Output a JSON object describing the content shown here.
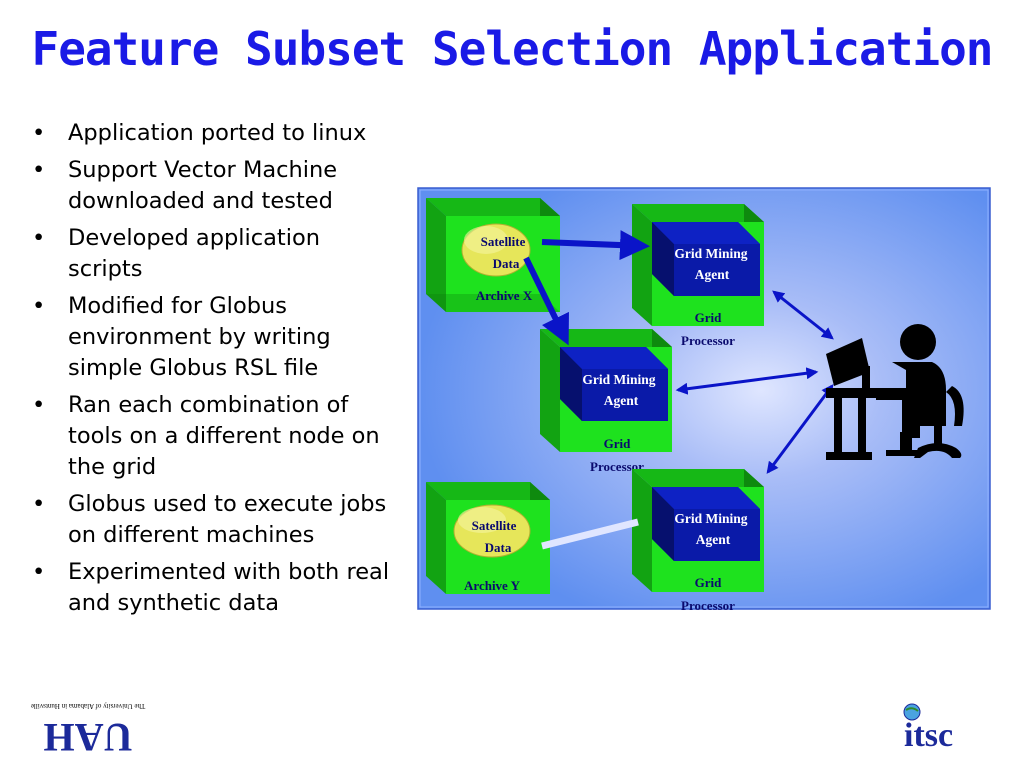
{
  "slide": {
    "title": "Feature Subset Selection Application"
  },
  "bullets": [
    "Application ported to linux",
    "Support Vector Machine downloaded and tested",
    "Developed application scripts",
    "Modified for Globus environment by writing simple Globus RSL file",
    "Ran each combination of tools on a different node on the grid",
    "Globus used to execute jobs on different machines",
    "Experimented with both real and synthetic data"
  ],
  "diagram": {
    "archive_x": {
      "data_label_1": "Satellite",
      "data_label_2": "Data",
      "label": "Archive X"
    },
    "archive_y": {
      "data_label_1": "Satellite",
      "data_label_2": "Data",
      "label": "Archive Y"
    },
    "processors": [
      {
        "agent_line_1": "Grid Mining",
        "agent_line_2": "Agent",
        "label_1": "Grid",
        "label_2": "Processor"
      },
      {
        "agent_line_1": "Grid Mining",
        "agent_line_2": "Agent",
        "label_1": "Grid",
        "label_2": "Processor"
      },
      {
        "agent_line_1": "Grid Mining",
        "agent_line_2": "Agent",
        "label_1": "Grid",
        "label_2": "Processor"
      }
    ],
    "colors": {
      "background": "#5f8ff0",
      "box_green": "#1ee21e",
      "agent_blue": "#0a1aa8",
      "arrow_blue": "#0a14c8",
      "cylinder_yellow": "#e6e65a"
    }
  },
  "logos": {
    "uah": {
      "text": "UAH",
      "subtitle": "The University of Alabama in Huntsville"
    },
    "itsc": {
      "text": "itsc"
    }
  }
}
